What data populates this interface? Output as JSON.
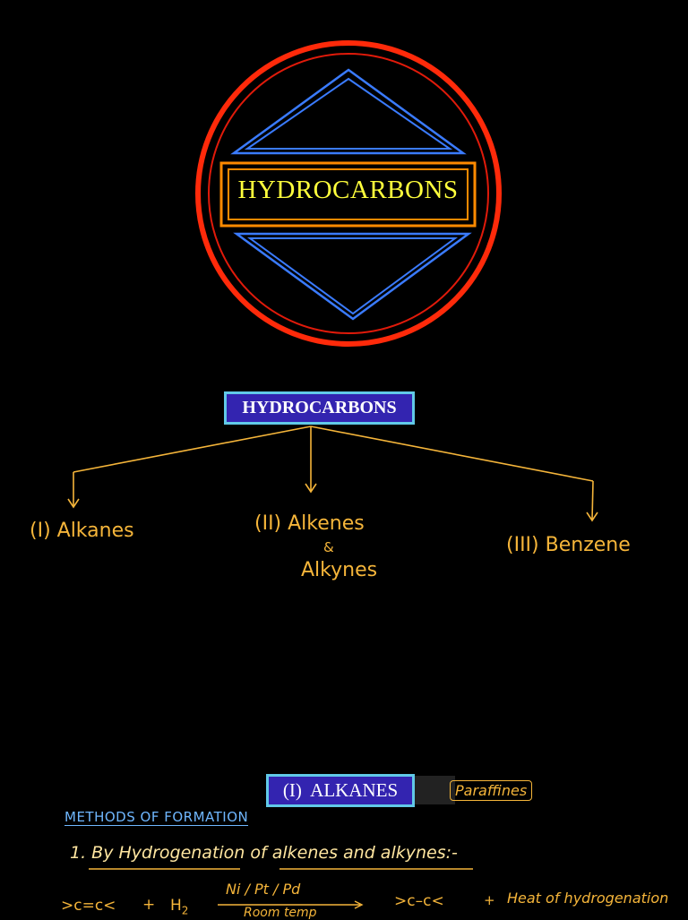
{
  "cover": {
    "title": "HYDROCARBONS",
    "colors": {
      "ring_outer": "#ff2a0a",
      "ring_inner": "#e01a0a",
      "triangle": "#3a7bff",
      "title_box": "#ff8a00",
      "title_text": "#ffff3c"
    }
  },
  "diagram": {
    "root": "HYDROCARBONS",
    "branches": {
      "alkanes": "(I) Alkanes",
      "alkenes": "(II) Alkenes",
      "amp": "&",
      "alkynes": "Alkynes",
      "benzene": "(III) Benzene"
    },
    "colors": {
      "root_fill": "#3324b0",
      "root_border": "#61c9e8",
      "arrow": "#f5b53a"
    }
  },
  "section": {
    "heading": "(I)  ALKANES",
    "tag": "Paraffines",
    "methods_title": "METHODS OF FORMATION",
    "method1": "1. By Hydrogenation of alkenes and alkynes:-",
    "reaction": {
      "reactant": ">c=c<",
      "plus1": "+",
      "h2": "H",
      "h2_sub": "2",
      "catalyst": "Ni / Pt / Pd",
      "condition": "Room temp",
      "product": ">c–c<",
      "plus2": "+",
      "heat": "Heat of hydrogenation"
    }
  }
}
